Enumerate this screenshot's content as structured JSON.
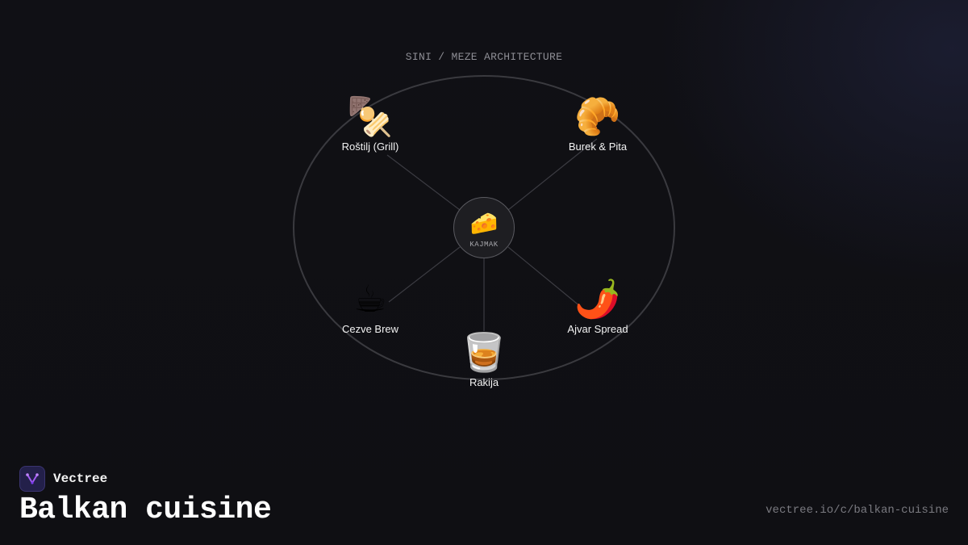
{
  "diagram": {
    "title": "SINI / MEZE ARCHITECTURE",
    "hub": {
      "emoji": "🧀",
      "label": "KAJMAK"
    },
    "nodes": [
      {
        "emoji": "🍢",
        "label": "Roštilj (Grill)"
      },
      {
        "emoji": "🥐",
        "label": "Burek & Pita"
      },
      {
        "emoji": "☕",
        "label": "Cezve Brew"
      },
      {
        "emoji": "🌶️",
        "label": "Ajvar Spread"
      },
      {
        "emoji": "🥃",
        "label": "Rakija"
      }
    ]
  },
  "brand": {
    "name": "Vectree",
    "logo_icon": "vectree-logo-icon",
    "accent_color": "#8b5cf6"
  },
  "page": {
    "heading": "Balkan cuisine",
    "url": "vectree.io/c/balkan-cuisine"
  }
}
